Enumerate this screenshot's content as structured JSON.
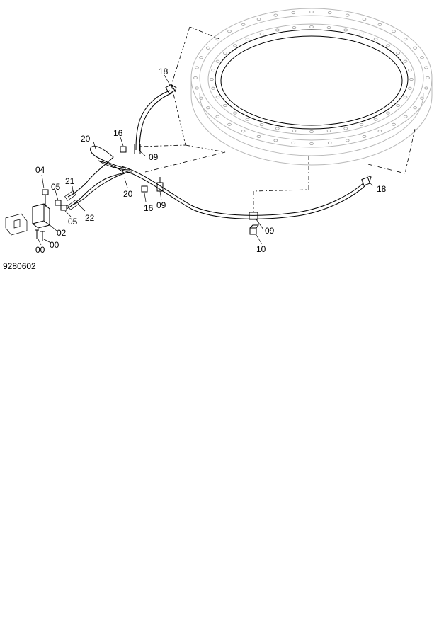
{
  "figure_number": "9280602",
  "callouts": {
    "c18_top": "18",
    "c18_right": "18",
    "c16_top": "16",
    "c16_bottom": "16",
    "c20_left": "20",
    "c20_mid": "20",
    "c21": "21",
    "c22": "22",
    "c09_a": "09",
    "c09_b": "09",
    "c09_c": "09",
    "c04": "04",
    "c05_top": "05",
    "c05_bottom": "05",
    "c02": "02",
    "c00_left": "00",
    "c00_right": "00",
    "c10": "10"
  },
  "colors": {
    "line": "#000000",
    "ring": "#b8b8b8"
  }
}
